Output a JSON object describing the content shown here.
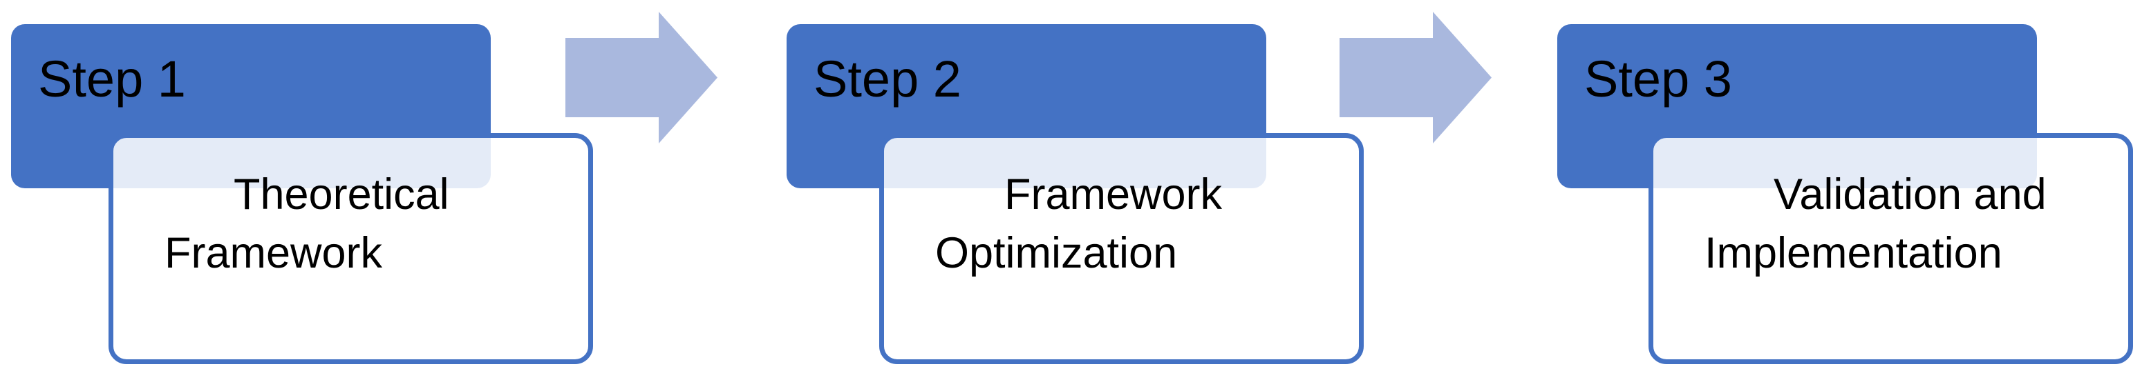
{
  "diagram": {
    "type": "process-flow",
    "direction": "left-to-right",
    "steps": [
      {
        "label": "Step 1",
        "title": "Theoretical Framework"
      },
      {
        "label": "Step 2",
        "title": "Framework Optimization"
      },
      {
        "label": "Step 3",
        "title": "Validation and Implementation"
      }
    ],
    "connectors": [
      {
        "type": "arrow-right",
        "from": "Step 1",
        "to": "Step 2"
      },
      {
        "type": "arrow-right",
        "from": "Step 2",
        "to": "Step 3"
      }
    ],
    "colors": {
      "step_box_fill": "#4472C4",
      "card_border": "#4472C4",
      "card_overlap_tint": "#E4EAF6",
      "arrow_fill": "#A9B8DE",
      "text": "#000000",
      "background": "#FFFFFF"
    }
  }
}
